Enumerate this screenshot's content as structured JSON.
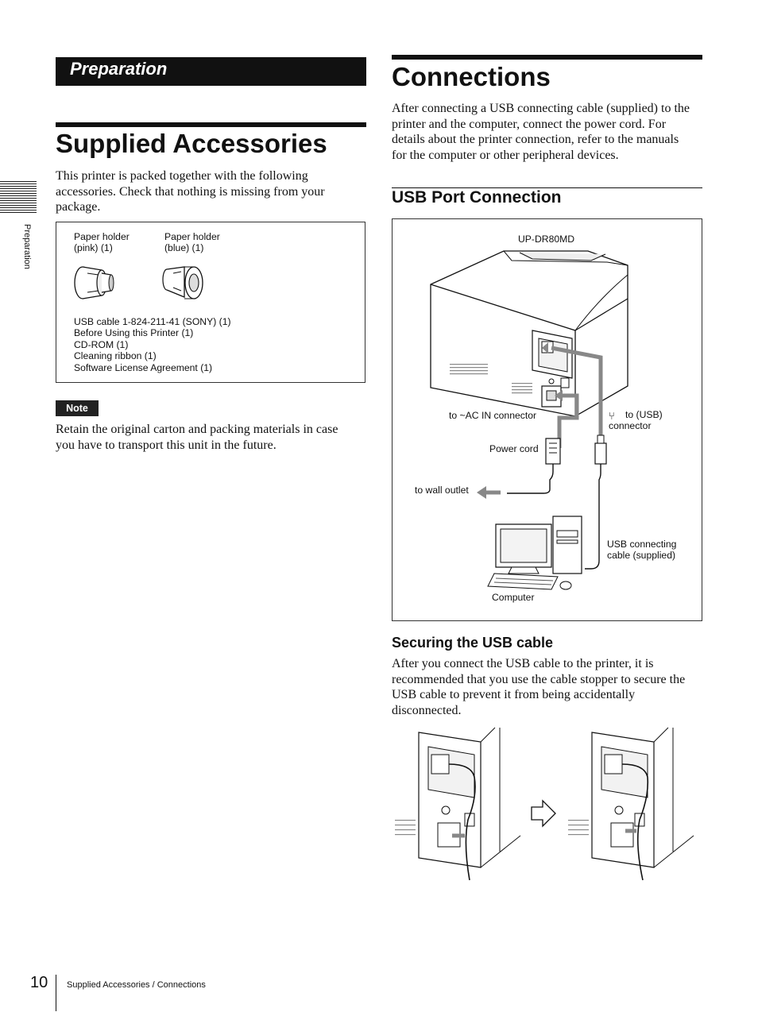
{
  "side_tab": {
    "label": "Preparation"
  },
  "section_band": {
    "title": "Preparation"
  },
  "left": {
    "title": "Supplied Accessories",
    "intro": [
      "This printer is packed together with the following",
      "accessories. Check that nothing is missing from your",
      "package."
    ],
    "accessories": {
      "item1": [
        "Paper holder",
        "(pink) (1)"
      ],
      "item2": [
        "Paper holder",
        "(blue) (1)"
      ],
      "list": [
        "USB cable 1-824-211-41 (SONY) (1)",
        "Before Using this Printer (1)",
        "CD-ROM (1)",
        "Cleaning ribbon (1)",
        "Software License Agreement (1)"
      ]
    },
    "note_label": "Note",
    "note_text": [
      "Retain the original carton and packing materials in case",
      "you have to transport this unit in the future."
    ]
  },
  "right": {
    "title": "Connections",
    "intro": [
      "After connecting a USB connecting cable (supplied) to the",
      "printer and the computer, connect the power cord. For",
      "details about the printer connection, refer to the manuals",
      "for the computer or other peripheral devices."
    ],
    "usb_heading": "USB Port Connection",
    "diagram": {
      "model": "UP-DR80MD",
      "ac_in": "to ~AC IN connector",
      "usb_to": "to (USB)",
      "usb_connector": "connector",
      "power_cord": "Power cord",
      "wall_outlet": "to wall outlet",
      "usb_cable": [
        "USB connecting",
        "cable (supplied)"
      ],
      "computer": "Computer"
    },
    "securing_heading": "Securing the USB cable",
    "securing_text": [
      "After you connect the USB cable to the printer, it is",
      "recommended that you use the cable stopper to secure the",
      "USB cable to prevent it from being accidentally",
      "disconnected."
    ]
  },
  "footer": {
    "page_number": "10",
    "text": "Supplied Accessories / Connections"
  }
}
